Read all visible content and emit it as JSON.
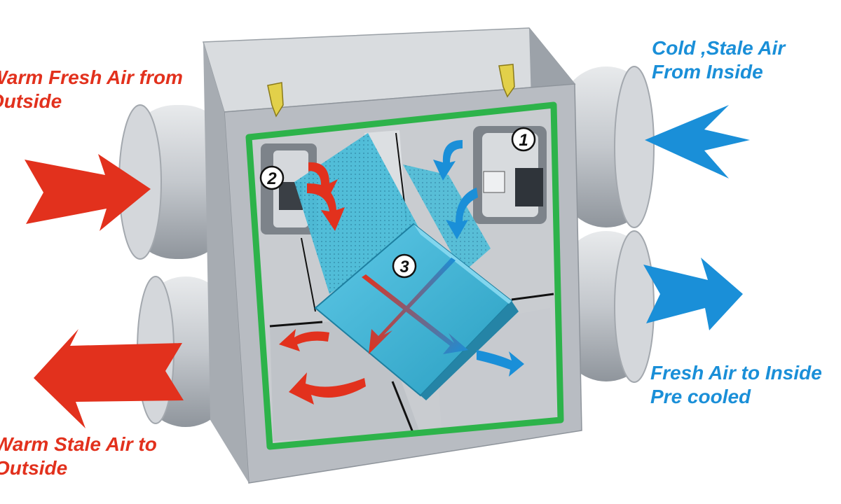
{
  "labels": {
    "warm_fresh_air": {
      "line1": "Warm Fresh Air from",
      "line2": "Outside"
    },
    "cold_stale_air": {
      "line1": "Cold ,Stale Air",
      "line2": "From Inside"
    },
    "fresh_air_inside": {
      "line1": "Fresh Air to Inside",
      "line2": "Pre cooled"
    },
    "warm_stale_air": {
      "line1": "Warm Stale Air to",
      "line2": "Outside"
    }
  },
  "markers": {
    "m1": "1",
    "m2": "2",
    "m3": "3"
  },
  "colors": {
    "warm": "#e2311d",
    "cool": "#1a8fd8",
    "frame": "#2db34a",
    "core": "#3fb3d3",
    "housing": "#b8bcc2"
  }
}
